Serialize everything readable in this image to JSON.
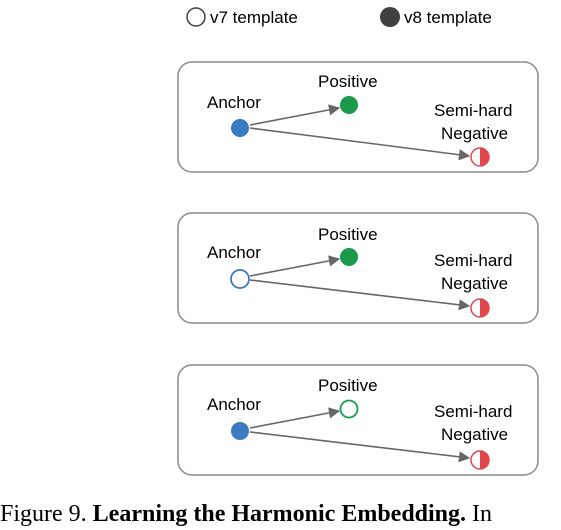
{
  "legend": {
    "v7_label": "v7 template",
    "v8_label": "v8 template"
  },
  "panels": [
    {
      "anchor_label": "Anchor",
      "positive_label": "Positive",
      "negative_label_line1": "Semi-hard",
      "negative_label_line2": "Negative",
      "anchor_style": "filled",
      "positive_style": "filled",
      "negative_style": "half"
    },
    {
      "anchor_label": "Anchor",
      "positive_label": "Positive",
      "negative_label_line1": "Semi-hard",
      "negative_label_line2": "Negative",
      "anchor_style": "hollow",
      "positive_style": "filled",
      "negative_style": "half"
    },
    {
      "anchor_label": "Anchor",
      "positive_label": "Positive",
      "negative_label_line1": "Semi-hard",
      "negative_label_line2": "Negative",
      "anchor_style": "filled",
      "positive_style": "hollow",
      "negative_style": "half"
    }
  ],
  "caption": {
    "prefix": "Figure 9.",
    "bold": "Learning the Harmonic Embedding.",
    "suffix": "In"
  },
  "colors": {
    "anchor": "#3b7bbf",
    "positive": "#1a9a4a",
    "negative": "#e0474c",
    "arrow": "#666666",
    "panel_border": "#8a8a8a",
    "legend_dot": "#404040"
  }
}
